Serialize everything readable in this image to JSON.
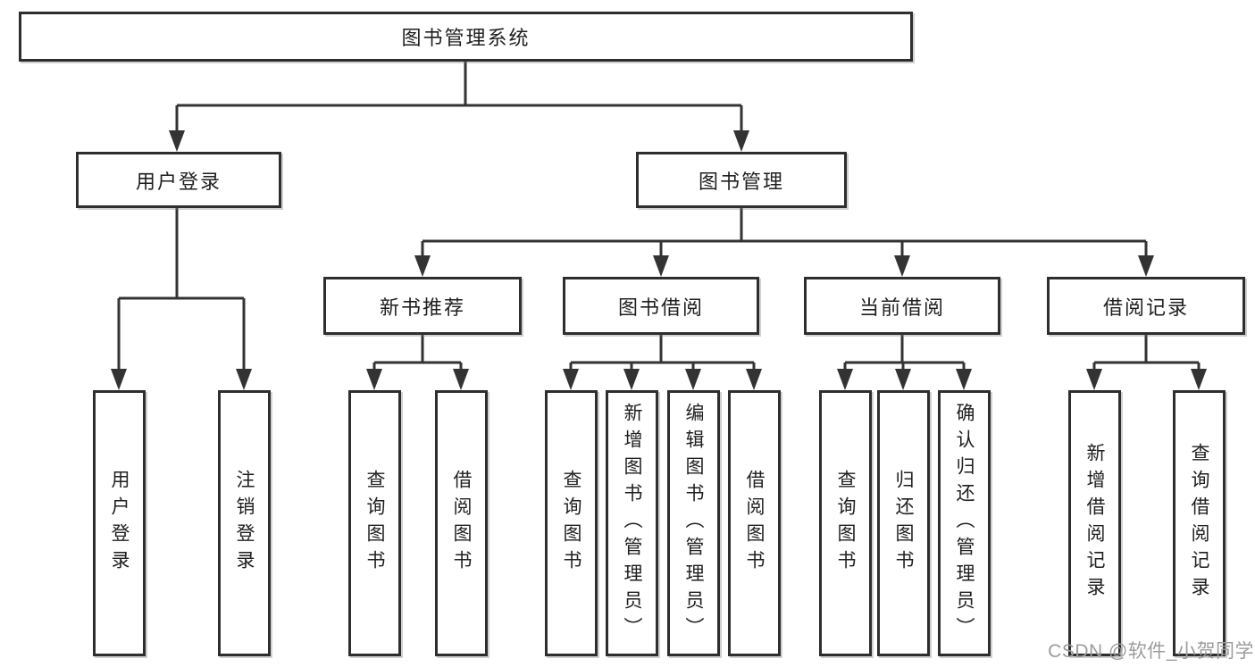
{
  "diagram": {
    "root": {
      "label": "图书管理系统"
    },
    "branches": {
      "user_login": {
        "label": "用户登录",
        "children": [
          {
            "label": "用户登录"
          },
          {
            "label": "注销登录"
          }
        ]
      },
      "book_management": {
        "label": "图书管理"
      }
    },
    "modules": [
      {
        "label": "新书推荐",
        "children": [
          {
            "label": "查询图书"
          },
          {
            "label": "借阅图书"
          }
        ]
      },
      {
        "label": "图书借阅",
        "children": [
          {
            "label": "查询图书"
          },
          {
            "label": "新增图书（管理员）"
          },
          {
            "label": "编辑图书（管理员）"
          },
          {
            "label": "借阅图书"
          }
        ]
      },
      {
        "label": "当前借阅",
        "children": [
          {
            "label": "查询图书"
          },
          {
            "label": "归还图书"
          },
          {
            "label": "确认归还（管理员）"
          }
        ]
      },
      {
        "label": "借阅记录",
        "children": [
          {
            "label": "新增借阅记录"
          },
          {
            "label": "查询借阅记录"
          }
        ]
      }
    ]
  },
  "watermark": {
    "text": "CSDN @软件_小贺同学"
  },
  "colors": {
    "line": "#333333",
    "box_border": "#2e2e2e",
    "text": "#1f1f1f",
    "watermark": "#9c9c9c",
    "background": "#ffffff"
  }
}
